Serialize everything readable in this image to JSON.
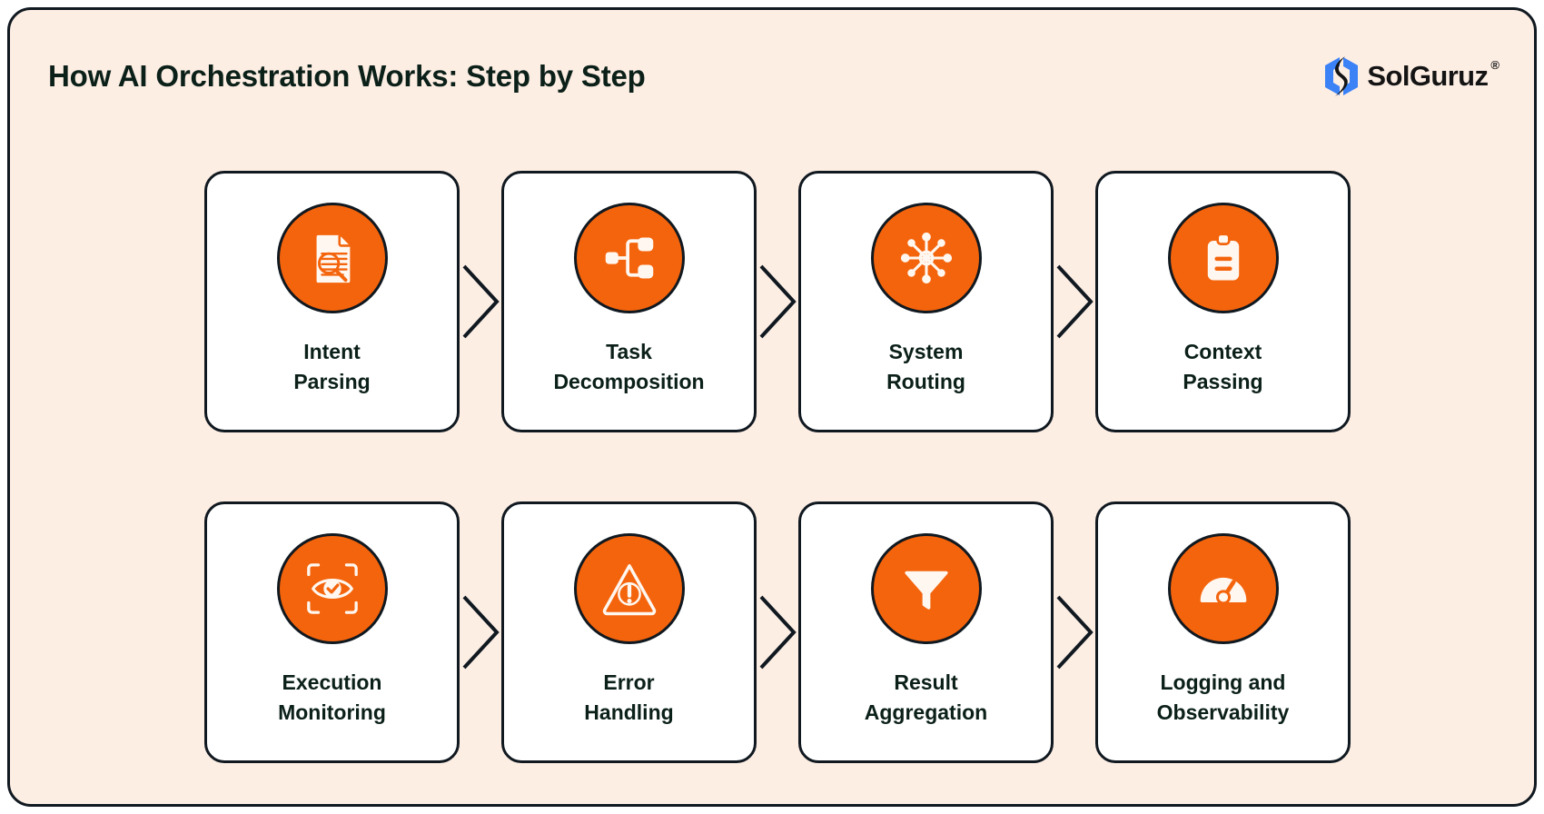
{
  "header": {
    "title": "How AI Orchestration Works: Step by Step",
    "brand_name": "SolGuruz",
    "brand_reg": "®"
  },
  "theme": {
    "page_background": "#fdeee4",
    "card_background": "#ffffff",
    "outline": "#101820",
    "accent": "#f4640c",
    "text": "#0b2018",
    "logo_blue": "#3b82f6",
    "logo_dark": "#141414"
  },
  "steps": [
    {
      "index": 1,
      "label": "Intent\nParsing",
      "icon": "document-search-icon"
    },
    {
      "index": 2,
      "label": "Task\nDecomposition",
      "icon": "hierarchy-tree-icon"
    },
    {
      "index": 3,
      "label": "System\nRouting",
      "icon": "network-hub-icon"
    },
    {
      "index": 4,
      "label": "Context\nPassing",
      "icon": "clipboard-icon"
    },
    {
      "index": 5,
      "label": "Execution\nMonitoring",
      "icon": "eye-check-scan-icon"
    },
    {
      "index": 6,
      "label": "Error\nHandling",
      "icon": "warning-triangle-icon"
    },
    {
      "index": 7,
      "label": "Result\nAggregation",
      "icon": "funnel-filter-icon"
    },
    {
      "index": 8,
      "label": "Logging and\nObservability",
      "icon": "gauge-meter-icon"
    }
  ],
  "connectors": {
    "icon": "chevron-right-arrow-icon",
    "count_row_1": 3,
    "count_row_2": 3
  }
}
